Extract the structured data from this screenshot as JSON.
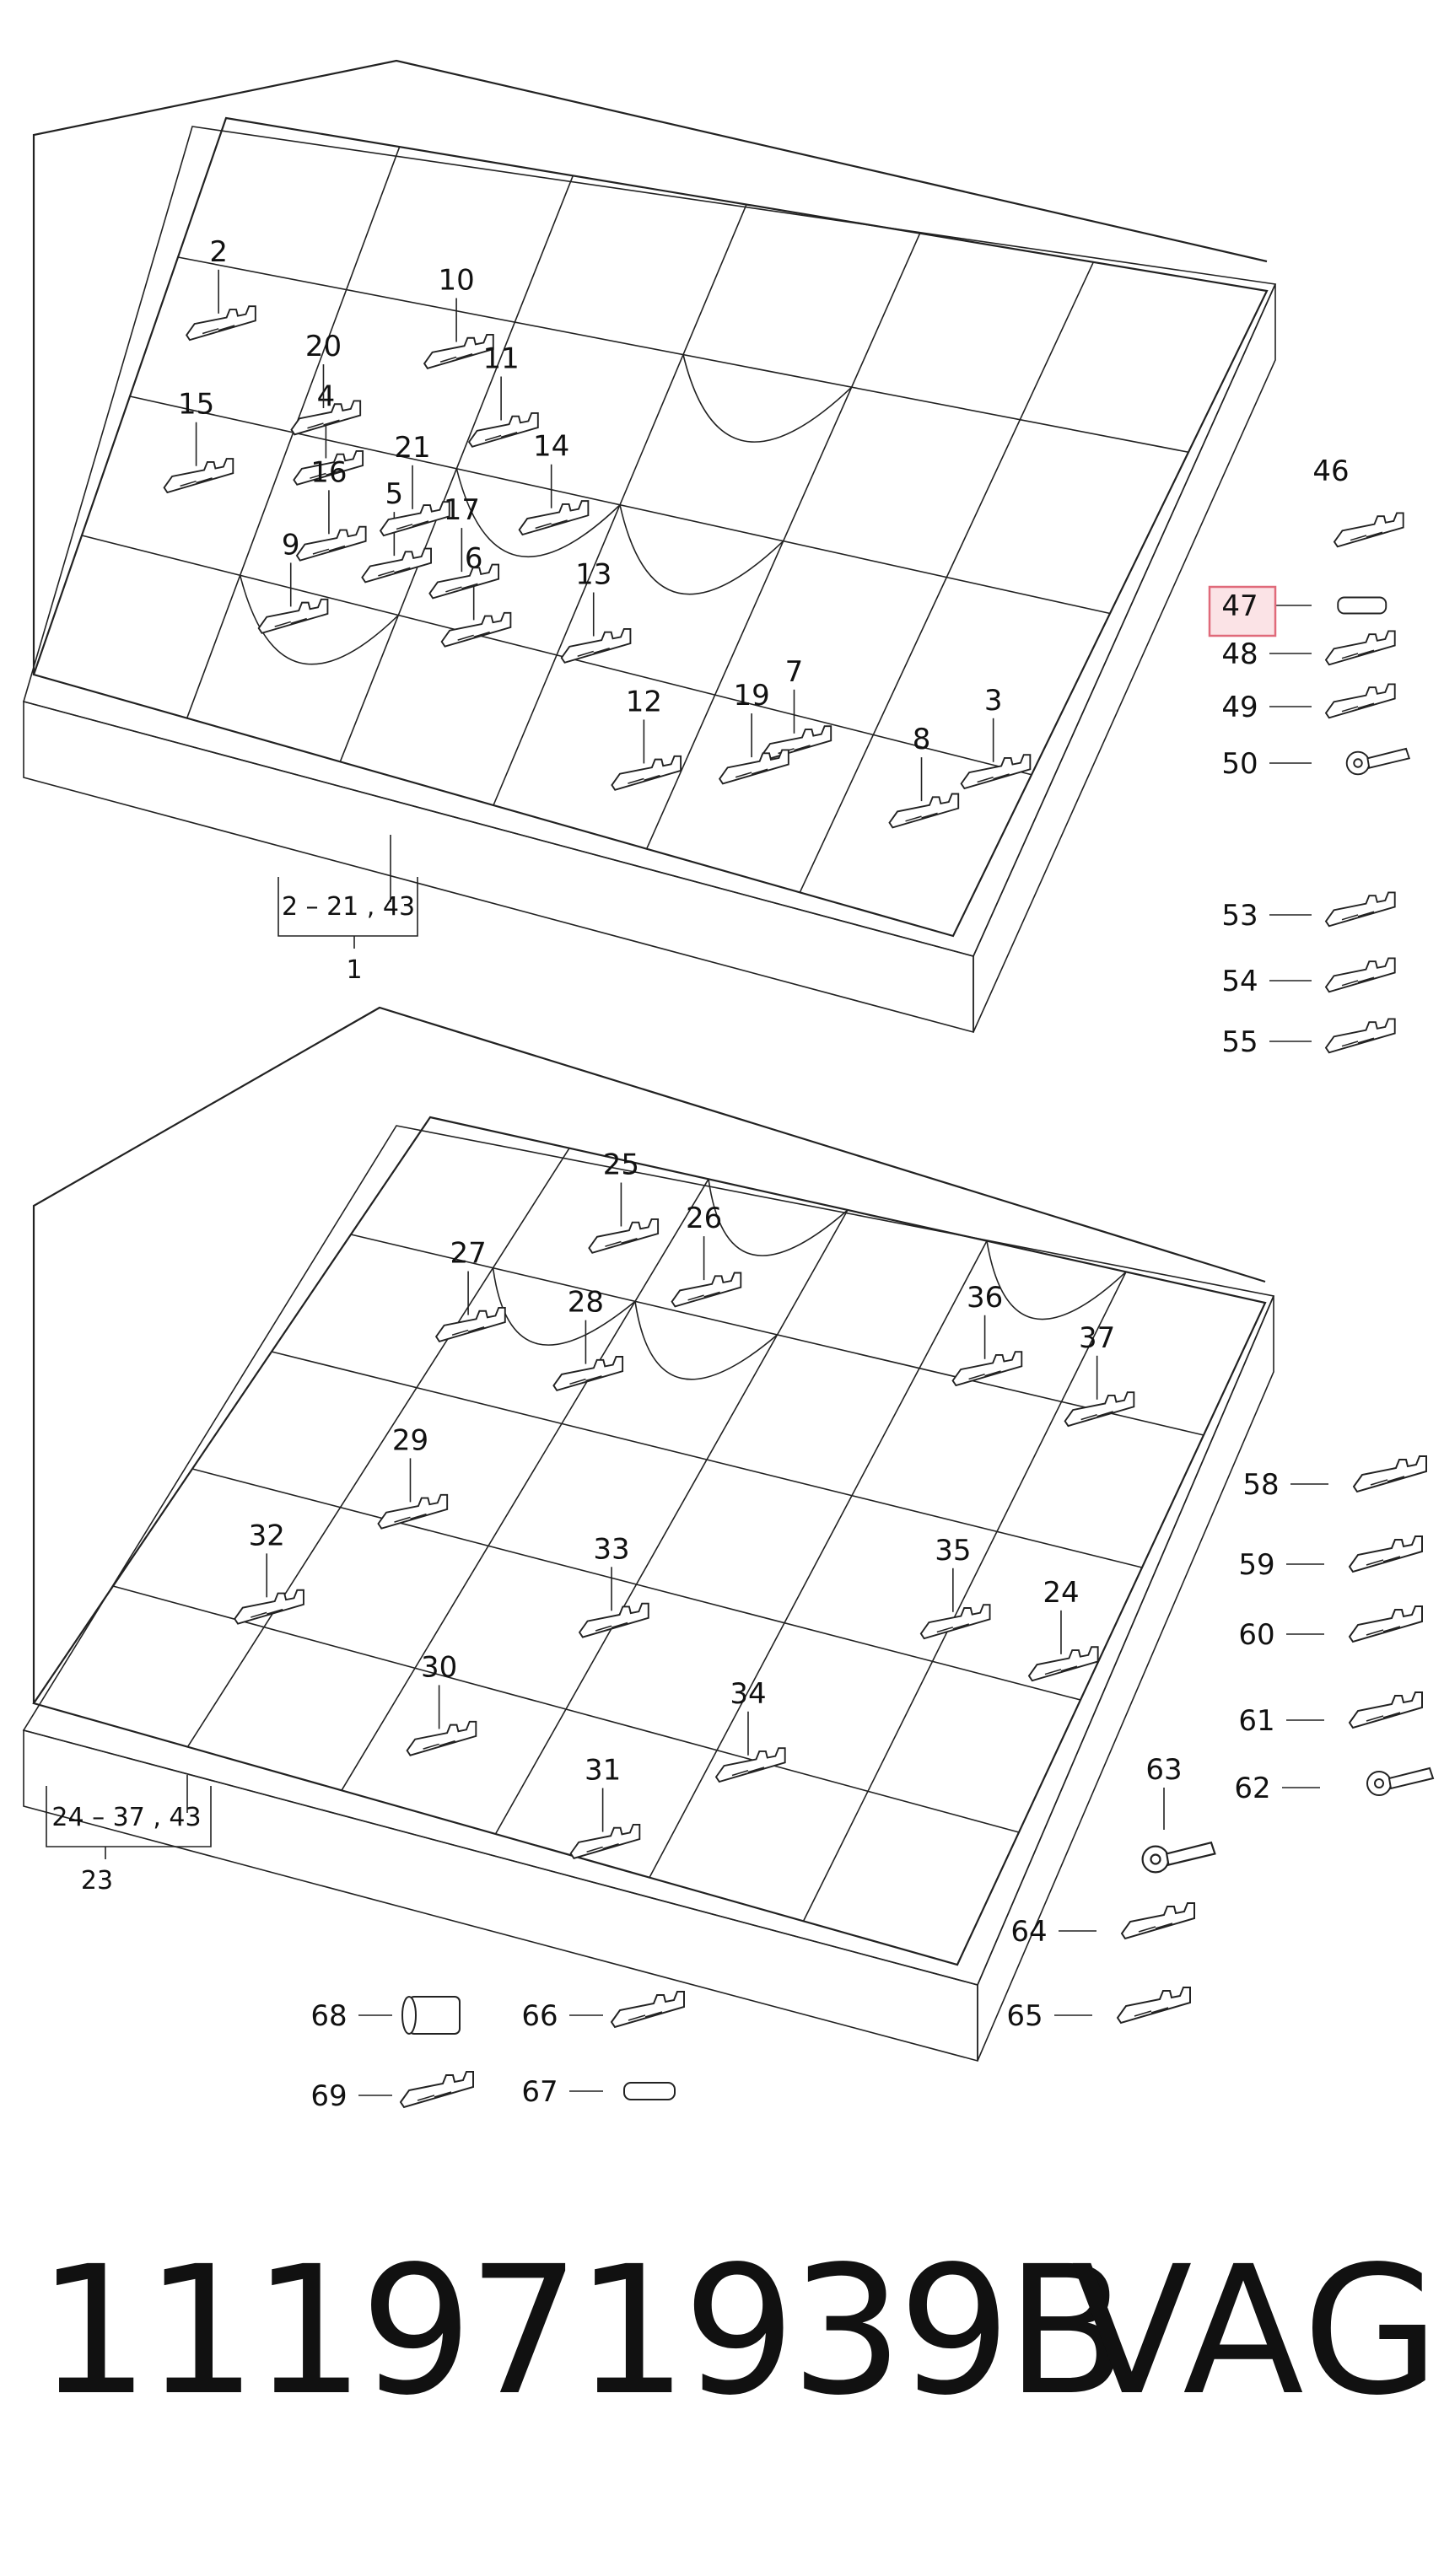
{
  "diagram": {
    "highlight_color": "#e06a7a",
    "tray_top_labels": [
      "9",
      "10",
      "11",
      "14",
      "13",
      "12",
      "4",
      "5",
      "6",
      "7",
      "8",
      "15",
      "16",
      "17",
      "2",
      "20",
      "21",
      "3",
      "19"
    ],
    "tray_top_group": {
      "range": "2 – 21 , 43",
      "id": "1"
    },
    "right_top_labels": [
      "46",
      "47",
      "48",
      "49",
      "50",
      "53",
      "54",
      "55"
    ],
    "highlighted": "47",
    "tray_bottom_labels": [
      "25",
      "26",
      "36",
      "37",
      "27",
      "28",
      "35",
      "24",
      "29",
      "33",
      "32",
      "34",
      "30",
      "31"
    ],
    "tray_bottom_group": {
      "range": "24 – 37 , 43",
      "id": "23"
    },
    "right_bottom_labels": [
      "58",
      "59",
      "60",
      "61",
      "62",
      "63",
      "64",
      "65"
    ],
    "loose_labels": [
      "68",
      "69",
      "66",
      "67"
    ]
  },
  "footer": {
    "part_number": "111971939B",
    "brand": "VAG"
  }
}
